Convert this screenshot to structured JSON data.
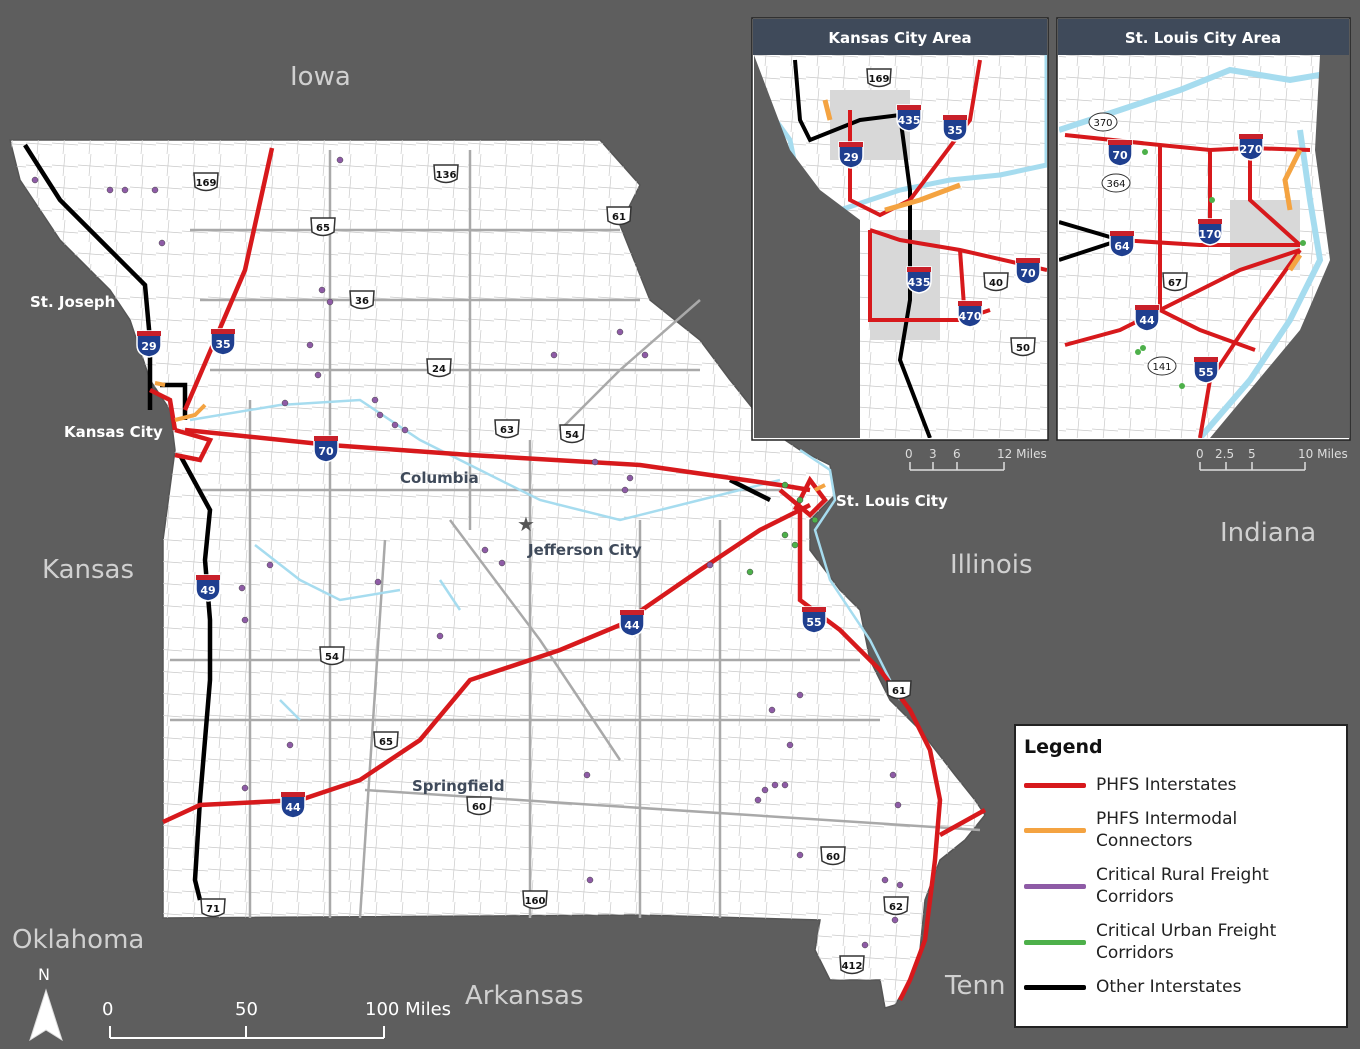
{
  "neighbor_states": [
    "Iowa",
    "Kansas",
    "Illinois",
    "Indiana",
    "Oklahoma",
    "Arkansas",
    "Tenn"
  ],
  "cities": [
    "St. Joseph",
    "Kansas City",
    "Columbia",
    "Jefferson City",
    "St. Louis City",
    "Springfield"
  ],
  "route_shields": {
    "interstate": [
      "29",
      "35",
      "70",
      "49",
      "44",
      "55",
      "44"
    ],
    "us_highway": [
      "169",
      "136",
      "61",
      "65",
      "36",
      "24",
      "63",
      "54",
      "54",
      "65",
      "60",
      "61",
      "60",
      "62",
      "412",
      "160",
      "71"
    ]
  },
  "insets": {
    "kansas_city": {
      "title": "Kansas City Area",
      "interstate_shields": [
        "435",
        "35",
        "29",
        "435",
        "70",
        "470"
      ],
      "us_shields": [
        "169",
        "40",
        "50"
      ],
      "scale_ticks": [
        "0",
        "3",
        "6",
        "12 Miles"
      ]
    },
    "st_louis": {
      "title": "St. Louis City Area",
      "interstate_shields": [
        "70",
        "270",
        "64",
        "170",
        "44",
        "55"
      ],
      "us_shields": [
        "67"
      ],
      "state_shields": [
        "370",
        "364",
        "141"
      ],
      "scale_ticks": [
        "0",
        "2.5",
        "5",
        "10 Miles"
      ]
    }
  },
  "scale_bar": {
    "ticks": [
      "0",
      "50",
      "100 Miles"
    ]
  },
  "north_arrow": {
    "label": "N",
    "icon": "north-arrow-icon"
  },
  "legend": {
    "title": "Legend",
    "items": [
      {
        "label": "PHFS Interstates",
        "color": "#d7191c"
      },
      {
        "label": "PHFS Intermodal Connectors",
        "color": "#f4a341"
      },
      {
        "label": "Critical Rural Freight Corridors",
        "color": "#8e5ba6"
      },
      {
        "label": "Critical Urban Freight Corridors",
        "color": "#4db04a"
      },
      {
        "label": "Other Interstates",
        "color": "#000000"
      }
    ]
  },
  "colors": {
    "background": "#5e5e5e",
    "state_fill": "#ffffff",
    "road_gray": "#a9a9a9",
    "water": "#a6dcef",
    "inset_header": "#3f4a5a"
  }
}
